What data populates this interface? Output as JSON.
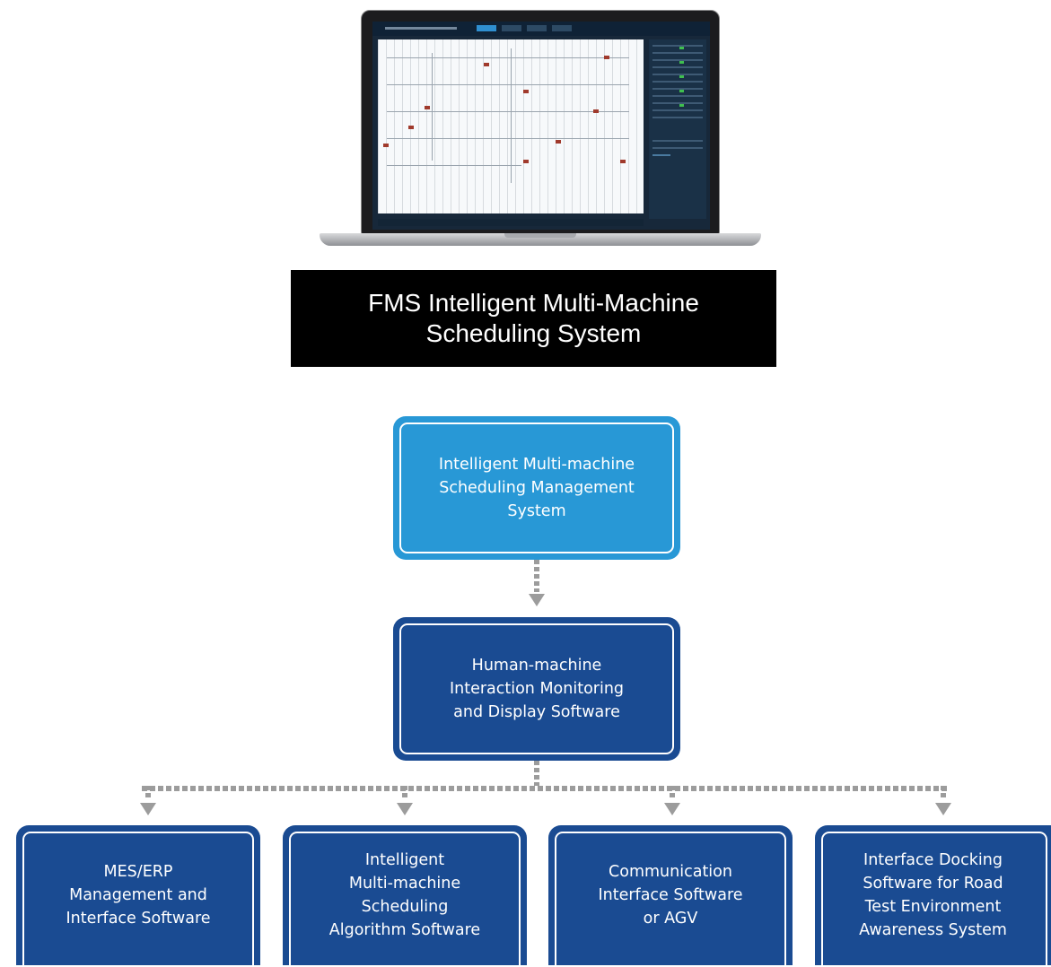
{
  "title": "FMS Intelligent Multi-Machine\nScheduling System",
  "top_box": "Intelligent Multi-machine\nScheduling Management\nSystem",
  "middle_box": "Human-machine\nInteraction Monitoring\nand Display Software",
  "leaf_boxes": [
    "MES/ERP\nManagement and\nInterface Software",
    "Intelligent\nMulti-machine\nScheduling\nAlgorithm Software",
    "Communication\nInterface Software\nor AGV",
    "Interface Docking\nSoftware for Road\nTest Environment\nAwareness System"
  ],
  "colors": {
    "top_box": "#2898d6",
    "lower_boxes": "#1a4b92",
    "connectors": "#9c9c9c",
    "title_bg": "#000000"
  }
}
